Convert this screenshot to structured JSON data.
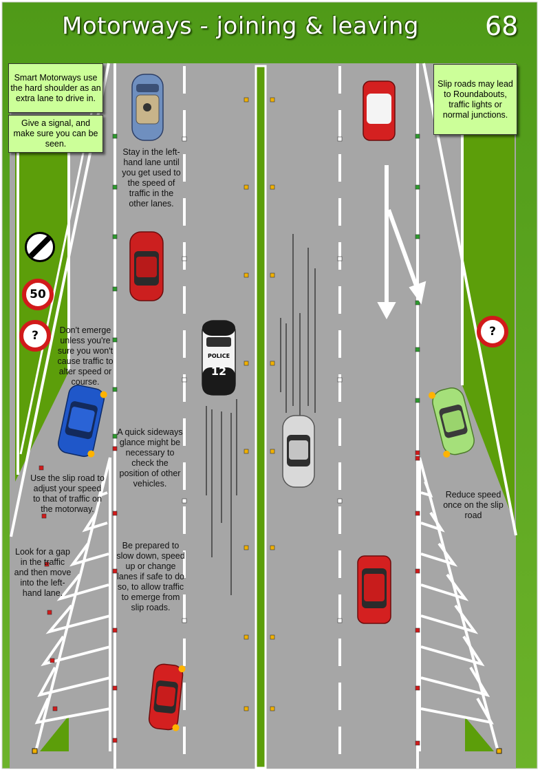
{
  "page": {
    "title": "Motorways - joining & leaving",
    "number": "68"
  },
  "info_boxes": {
    "smart_motorways": "Smart Motorways use the hard shoulder as an extra lane to drive in.",
    "give_signal": "Give a signal, and make sure you can be seen.",
    "slip_roads": "Slip roads may lead to Roundabouts, traffic lights or normal junctions."
  },
  "notes": {
    "stay_left": "Stay in the left-hand lane until you get used to the speed of traffic in the other lanes.",
    "dont_emerge": "Don't emerge unless you're sure you won't cause traffic to alter speed or course.",
    "sideways_glance": "A quick sideways glance might be necessary to check the position of other vehicles.",
    "use_slip_road": "Use the slip road to adjust your speed to that of traffic on the motorway.",
    "look_for_gap": "Look for a gap in the traffic and then move into the left-hand lane.",
    "be_prepared": "Be prepared to slow down, speed up or change lanes if safe to do so, to allow traffic to emerge from slip roads.",
    "reduce_speed": "Reduce speed once on the slip road"
  },
  "signs": {
    "speed_limit": "50",
    "question_left": "?",
    "question_right": "?"
  },
  "police_car": {
    "label": "POLICE",
    "number": "12"
  },
  "colors": {
    "grass": "#5fa61e",
    "road": "#a6a6a6",
    "verge": "#5c9e0a",
    "box": "#ccff99",
    "stud_green": "#2e9b2e",
    "stud_red": "#d11a1a",
    "stud_amber": "#f0b000"
  }
}
